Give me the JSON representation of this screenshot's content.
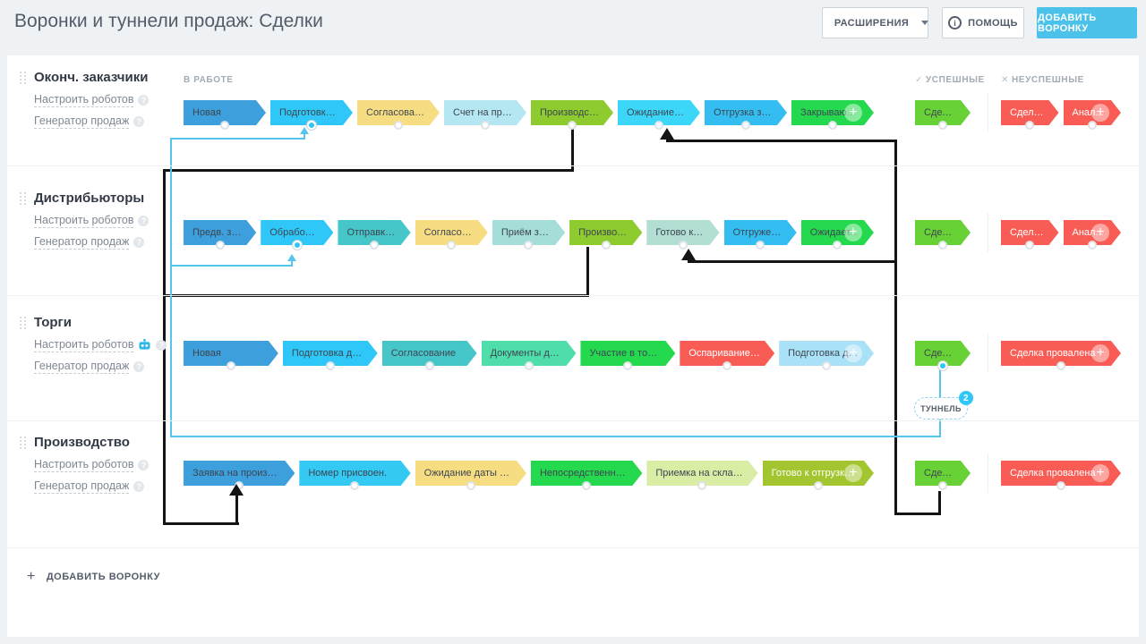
{
  "header": {
    "title": "Воронки и туннели продаж: Сделки",
    "extensions": "РАСШИРЕНИЯ",
    "help": "ПОМОЩЬ",
    "help_icon": "i",
    "add_funnel": "ДОБАВИТЬ ВОРОНКУ"
  },
  "labels": {
    "in_work": "В РАБОТЕ",
    "success": "УСПЕШНЫЕ",
    "fail": "НЕУСПЕШНЫЕ",
    "check_mark": "✓",
    "cross_mark": "✕"
  },
  "tunnel": {
    "label": "ТУННЕЛЬ",
    "count": "2"
  },
  "footer": {
    "plus": "+",
    "add": "ДОБАВИТЬ ВОРОНКУ"
  },
  "colors": {
    "accent_blue": "#4cc2ea",
    "tunnel_line_blue": "#55c5ee",
    "tunnel_line_black": "#141414",
    "success_green": "#68d135",
    "fail_red": "#f95c55"
  },
  "funnels": [
    {
      "name": "Оконч. заказчики",
      "robots_link": "Настроить роботов",
      "generator_link": "Генератор продаж",
      "robot_icon": false,
      "stages": [
        {
          "label": "Новая",
          "color": "#3d9fdb"
        },
        {
          "label": "Подготовка д...",
          "color": "#2fc7f7",
          "dot": "blue"
        },
        {
          "label": "Согласование",
          "color": "#f7dd81"
        },
        {
          "label": "Счет на пред...",
          "color": "#b4e7f1"
        },
        {
          "label": "Производство",
          "color": "#8ecb2e"
        },
        {
          "label": "Ожидание оп...",
          "color": "#3cd6f9"
        },
        {
          "label": "Отгрузка зака...",
          "color": "#33bdf0"
        },
        {
          "label": "Закрываю...",
          "color": "#25d94e",
          "plus": true
        }
      ],
      "success": [
        {
          "label": "Сделка ...",
          "color": "#68d135"
        }
      ],
      "fail": [
        {
          "label": "Сделка ...",
          "color": "#f95c55",
          "light": true
        },
        {
          "label": "Анал...",
          "color": "#f95c55",
          "light": true,
          "plus": true
        }
      ]
    },
    {
      "name": "Дистрибьюторы",
      "robots_link": "Настроить роботов",
      "generator_link": "Генератор продаж",
      "robot_icon": false,
      "stages": [
        {
          "label": "Предв. зая...",
          "color": "#3d9fdb"
        },
        {
          "label": "Обработка",
          "color": "#2fc7f7",
          "dot": "blue"
        },
        {
          "label": "Отправка КП",
          "color": "#46c6c9"
        },
        {
          "label": "Согласован...",
          "color": "#f7dd81"
        },
        {
          "label": "Приём зая...",
          "color": "#a5ded9"
        },
        {
          "label": "Производс...",
          "color": "#8ecb2e"
        },
        {
          "label": "Готово к от...",
          "color": "#b2ded4"
        },
        {
          "label": "Отгружено...",
          "color": "#33bdf0"
        },
        {
          "label": "Ожидает...",
          "color": "#25d94e",
          "plus": true
        }
      ],
      "success": [
        {
          "label": "Сделка ...",
          "color": "#68d135"
        }
      ],
      "fail": [
        {
          "label": "Сделка ...",
          "color": "#f95c55",
          "light": true
        },
        {
          "label": "Анал...",
          "color": "#f95c55",
          "light": true,
          "plus": true
        }
      ]
    },
    {
      "name": "Торги",
      "robots_link": "Настроить роботов",
      "generator_link": "Генератор продаж",
      "robot_icon": true,
      "stages": [
        {
          "label": "Новая",
          "color": "#3d9fdb"
        },
        {
          "label": "Подготовка доку...",
          "color": "#2fc7f7"
        },
        {
          "label": "Согласование",
          "color": "#46c6c9"
        },
        {
          "label": "Документы для ...",
          "color": "#4fdea9"
        },
        {
          "label": "Участие в торгах",
          "color": "#25d94e"
        },
        {
          "label": "Оспаривание рез...",
          "color": "#f95c55",
          "light": true
        },
        {
          "label": "Подготовка до...",
          "color": "#a9e2f7",
          "plus": true
        }
      ],
      "success": [
        {
          "label": "Сделка ...",
          "color": "#68d135",
          "dot": "blue"
        }
      ],
      "fail": [
        {
          "label": "Сделка провалена",
          "color": "#f95c55",
          "light": true,
          "plus": true
        }
      ]
    },
    {
      "name": "Производство",
      "robots_link": "Настроить роботов",
      "generator_link": "Генератор продаж",
      "robot_icon": false,
      "stages": [
        {
          "label": "Заявка на производс...",
          "color": "#3d9fdb"
        },
        {
          "label": "Номер присвоен.",
          "color": "#33c9f3"
        },
        {
          "label": "Ожидание даты нача...",
          "color": "#f7dd81"
        },
        {
          "label": "Непосредственно пр...",
          "color": "#25d94e"
        },
        {
          "label": "Приемка на складе.",
          "color": "#d9eda5"
        },
        {
          "label": "Готово к отгрузке. (...",
          "color": "#a3c52f",
          "light": true,
          "plus": true
        }
      ],
      "success": [
        {
          "label": "Сделка ...",
          "color": "#68d135"
        }
      ],
      "fail": [
        {
          "label": "Сделка провалена",
          "color": "#f95c55",
          "light": true,
          "plus": true
        }
      ]
    }
  ]
}
